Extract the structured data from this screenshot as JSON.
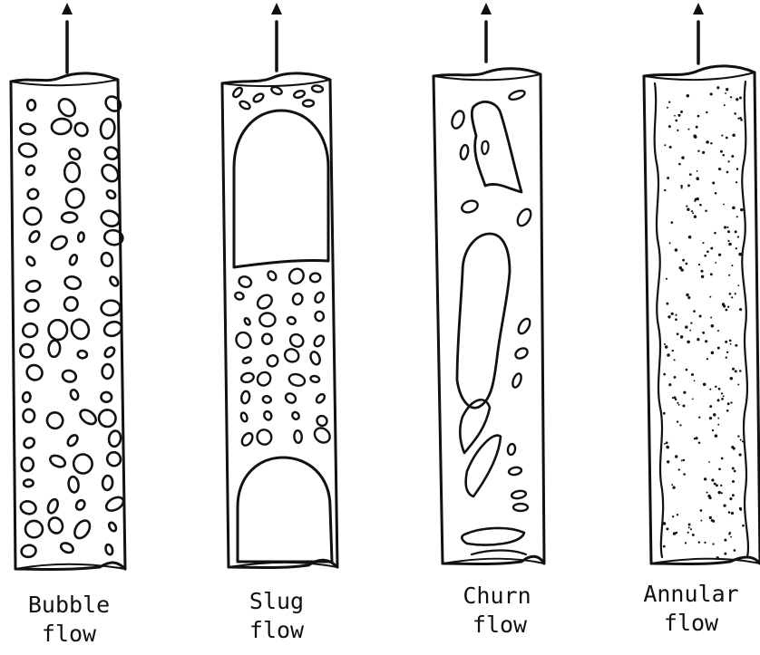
{
  "diagram": {
    "regimes": [
      {
        "id": "bubble",
        "line1": "Bubble",
        "line2": "flow"
      },
      {
        "id": "slug",
        "line1": "Slug",
        "line2": "flow"
      },
      {
        "id": "churn",
        "line1": "Churn",
        "line2": "flow"
      },
      {
        "id": "annular",
        "line1": "Annular",
        "line2": "flow"
      }
    ]
  }
}
